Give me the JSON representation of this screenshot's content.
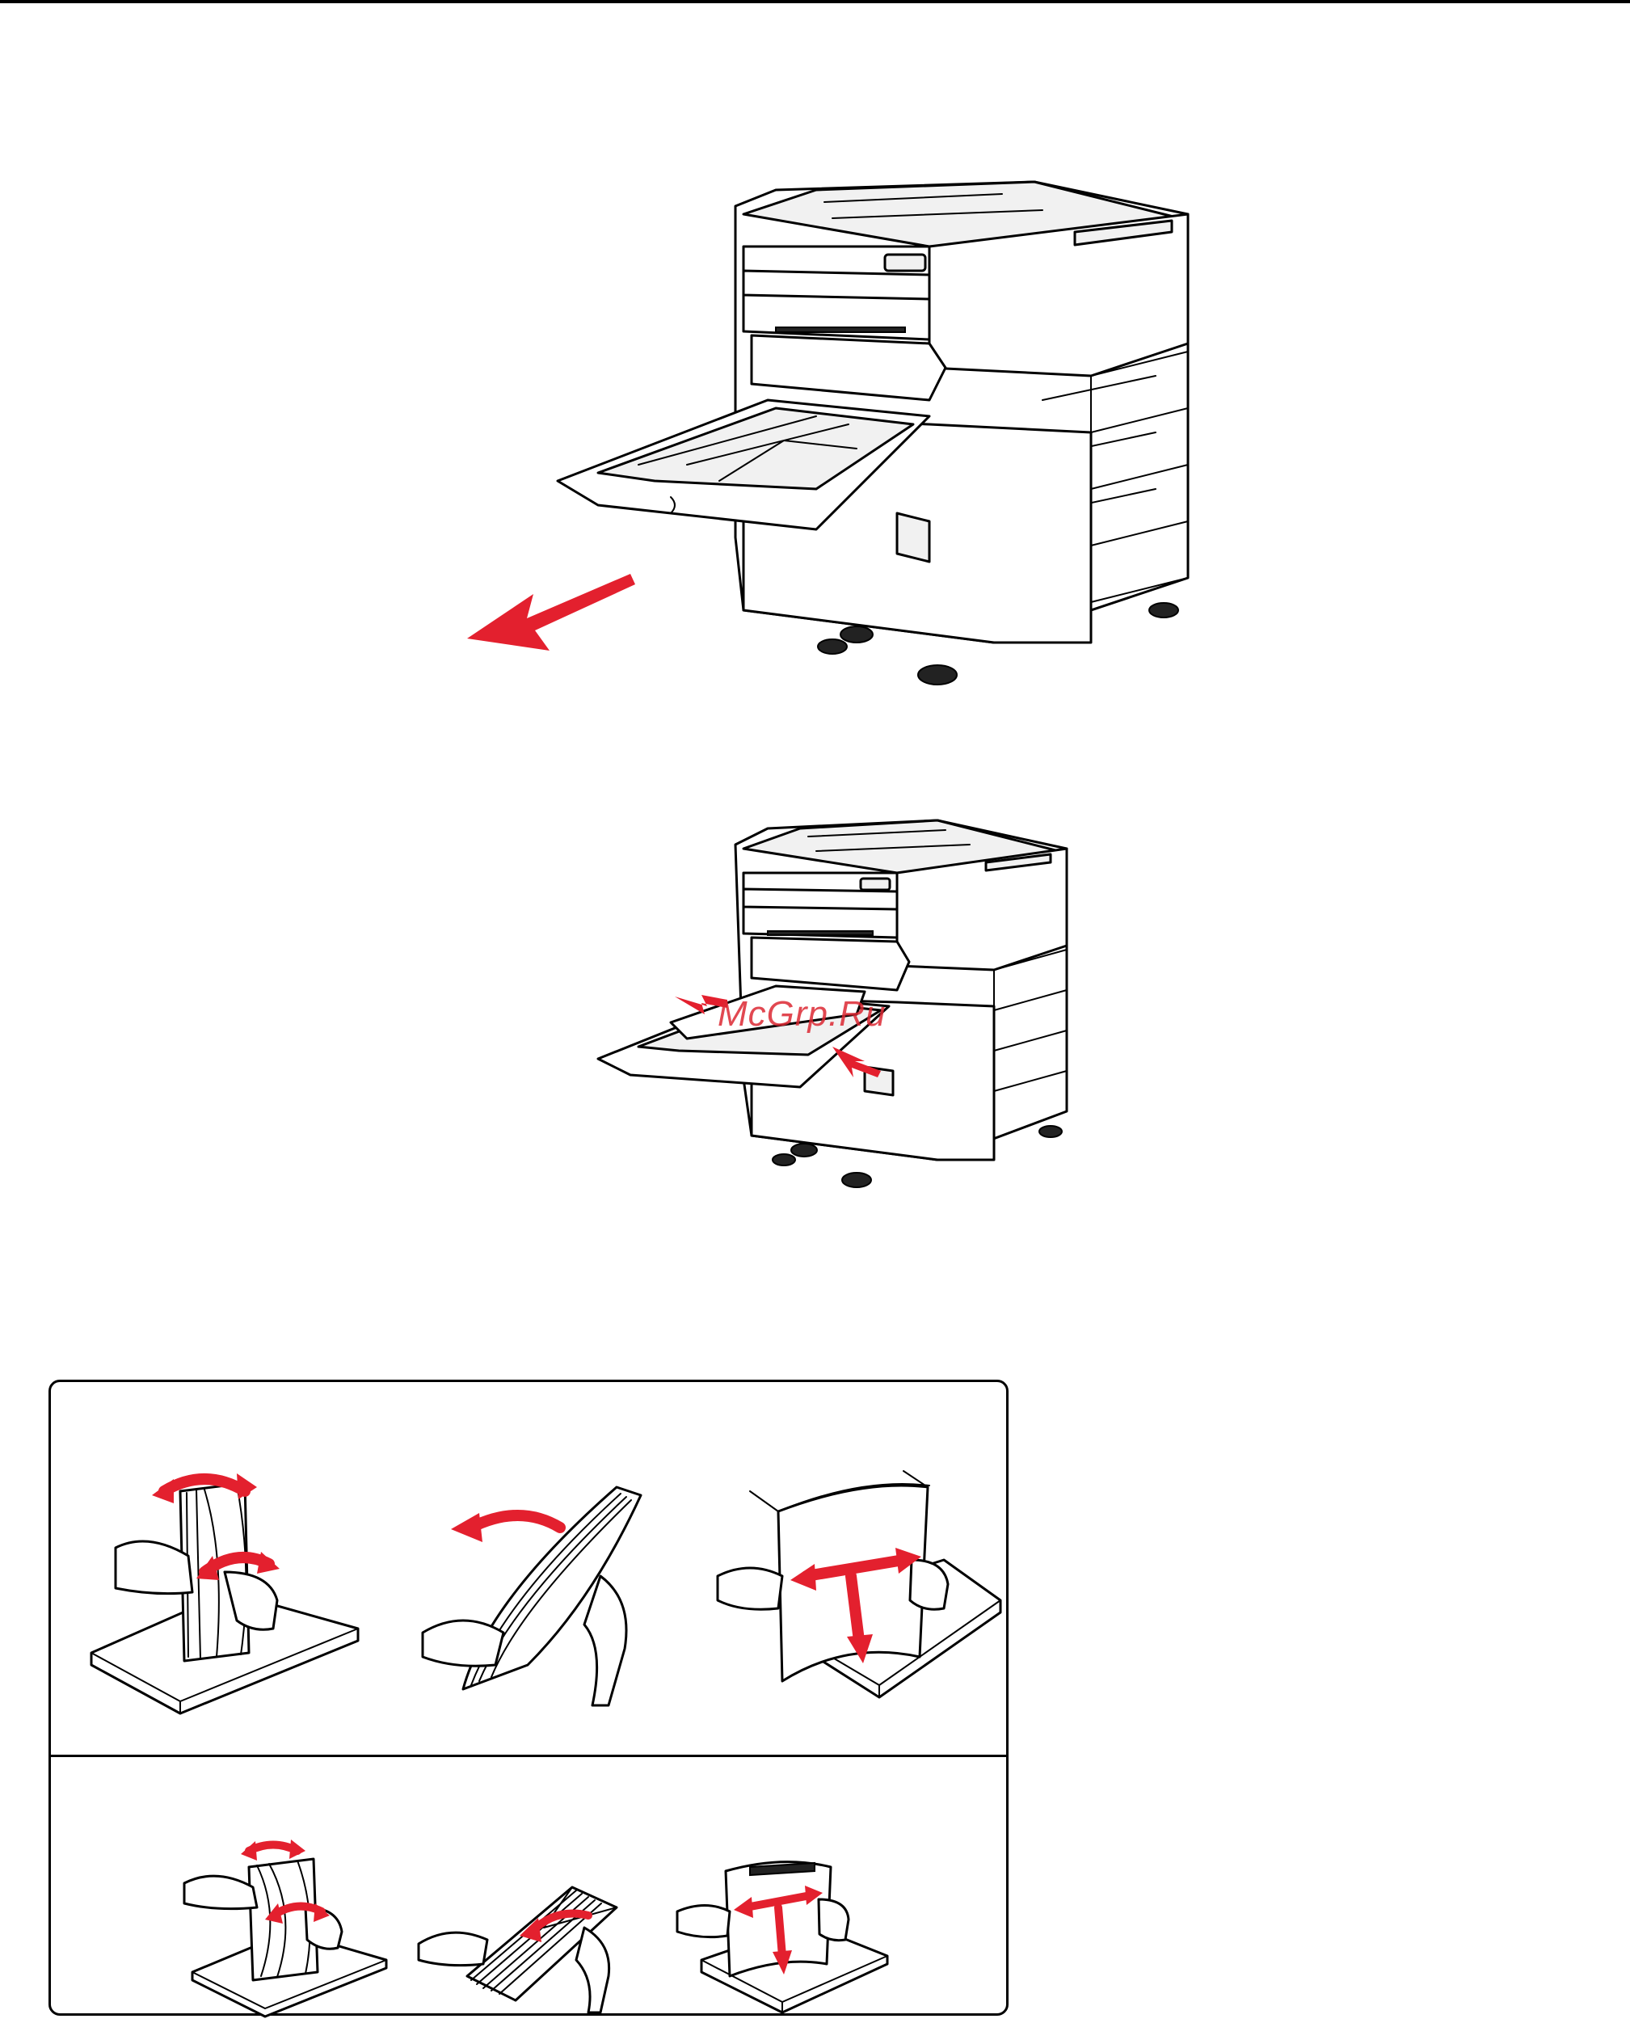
{
  "document": {
    "watermark": "McGrp.Ru"
  },
  "figures": [
    {
      "name": "printer-mp-feeder-extend",
      "arrow_color": "#e3202e"
    },
    {
      "name": "printer-mp-feeder-guides",
      "arrow_color": "#e3202e"
    }
  ],
  "media_prep_panel": {
    "rows": [
      {
        "name": "paper-row",
        "steps": [
          "flex-paper",
          "fan-paper",
          "straighten-paper"
        ]
      },
      {
        "name": "envelope-row",
        "steps": [
          "flex-envelopes",
          "fan-envelopes",
          "straighten-envelopes"
        ]
      }
    ]
  }
}
